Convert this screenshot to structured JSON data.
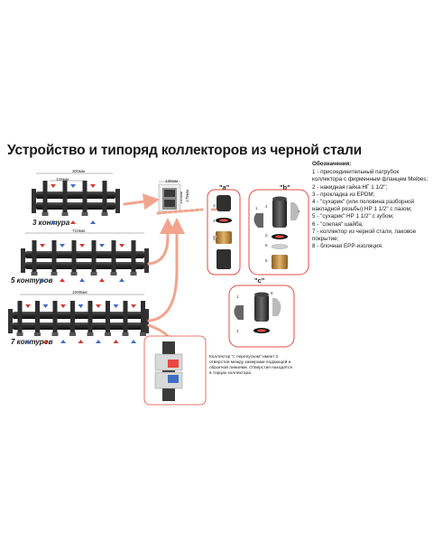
{
  "title": "Устройство и типоряд коллекторов из черной стали",
  "manifolds": [
    {
      "label": "3 контура",
      "overall_dim": "300мм",
      "spacing_dim": "125мм"
    },
    {
      "label": "5 контуров",
      "overall_dim": "710мм"
    },
    {
      "label": "7 контуров",
      "overall_dim": "1000мм"
    }
  ],
  "side_dims": {
    "width": "135мм",
    "height_a": "105мм",
    "height_b": "178мм"
  },
  "callouts": {
    "a": "\"a\"",
    "b": "\"b\"",
    "c": "\"c\""
  },
  "part_numbers": [
    "1",
    "2",
    "3",
    "4",
    "5",
    "6",
    "7",
    "8"
  ],
  "legend": {
    "heading": "Обозначения:",
    "items": [
      "1 - присоединительный патрубок коллектора с фирменным фланцем Meibes;",
      "2 - накидная гайка НГ 1 1/2\";",
      "3 - прокладка из EPDM;",
      "4 - \"сухарик\" (или половина разборной накладной резьбы) НР 1 1/2\" с пазом;",
      "5 - \"сухарик\" НР 1 1/2\" с зубом;",
      "6 - \"слепая\" шайба;",
      "7 - коллектор из черной стали, лаковое покрытие;",
      "8 - блочная EPP-изоляция."
    ]
  },
  "bypass_note": "Коллектор \"с перепуском\" имеет 2 отверстия между камерами подающей и обратной линиями. Отверстия находятся в торцах коллектора.",
  "colors": {
    "steel": "#2b2b2b",
    "pipe_light": "#9a9a9a",
    "arrow": "#f2a48e",
    "ring": "#e84a3f",
    "brass": "#b98a3c",
    "blue_tri": "#3f6fc4",
    "red_tri": "#d33a2f"
  }
}
